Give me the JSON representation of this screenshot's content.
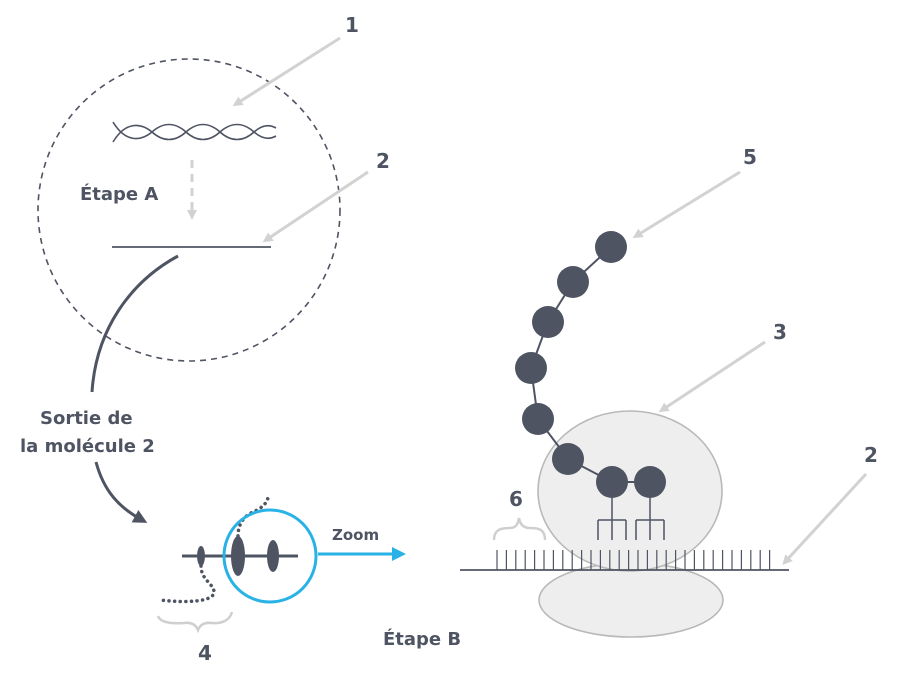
{
  "labels": {
    "n1": "1",
    "n2_top": "2",
    "n5": "5",
    "n3": "3",
    "n2_right": "2",
    "n6": "6",
    "n4": "4",
    "etape_a": "Étape A",
    "sortie_line1": "Sortie de",
    "sortie_line2": "la molécule 2",
    "zoom": "Zoom",
    "etape_b": "Étape B"
  },
  "colors": {
    "dark": "#4f5463",
    "text": "#4f5463",
    "arrow_gray": "#d2d2d2",
    "ribosome_fill": "#eeeeee",
    "ribosome_stroke": "#b9b9b9",
    "zoom_blue": "#29b2e6",
    "bracket_gray": "#cfcfcf"
  }
}
